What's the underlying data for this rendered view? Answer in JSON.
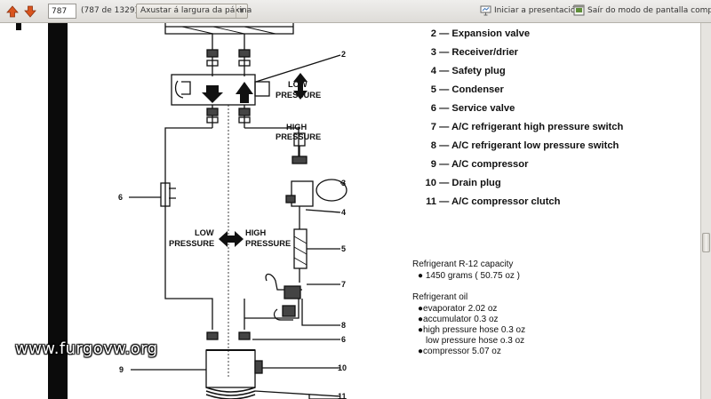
{
  "toolbar": {
    "page_value": "787",
    "page_count": "(787 de 1329)",
    "zoom": "Axustar á largura da páxina",
    "presentation_label": "Iniciar a presentación",
    "exit_fullscreen_label": "Saír do modo de pantalla completa",
    "icons": {
      "prev": "arrow-up-icon",
      "next": "arrow-down-icon",
      "presentation": "presentation-icon",
      "exit_fullscreen": "exit-fullscreen-icon",
      "dropdown": "chevron-down-icon"
    },
    "arrow_color": "#d9541e"
  },
  "diagram": {
    "low_pressure_top": [
      "LOW",
      "PRESSURE"
    ],
    "high_pressure_top": [
      "HIGH",
      "PRESSURE"
    ],
    "low_pressure_mid": [
      "LOW",
      "PRESSURE"
    ],
    "high_pressure_mid": [
      "HIGH",
      "PRESSURE"
    ],
    "callouts": {
      "c2": "2",
      "c3": "3",
      "c4": "4",
      "c5": "5",
      "c6_left": "6",
      "c7": "7",
      "c8": "8",
      "c6_right": "6",
      "c9": "9",
      "c10": "10",
      "c11": "11"
    }
  },
  "legend": [
    {
      "num": "2",
      "text": "Expansion valve"
    },
    {
      "num": "3",
      "text": "Receiver/drier"
    },
    {
      "num": "4",
      "text": "Safety plug"
    },
    {
      "num": "5",
      "text": "Condenser"
    },
    {
      "num": "6",
      "text": "Service valve"
    },
    {
      "num": "7",
      "text": "A/C refrigerant high pressure switch"
    },
    {
      "num": "8",
      "text": "A/C refrigerant low pressure switch"
    },
    {
      "num": "9",
      "text": "A/C compressor"
    },
    {
      "num": "10",
      "text": "Drain plug"
    },
    {
      "num": "11",
      "text": "A/C compressor clutch"
    }
  ],
  "specs": {
    "capacity_title": "Refrigerant  R-12 capacity",
    "capacity_value": "1450 grams ( 50.75 oz )",
    "oil_title": "Refrigerant oil",
    "oil": [
      {
        "bullet": true,
        "text": "evaporator  2.02 oz"
      },
      {
        "bullet": true,
        "text": "accumulator  0.3 oz"
      },
      {
        "bullet": true,
        "text": "high pressure hose  0.3 oz"
      },
      {
        "bullet": false,
        "text": "low pressure hose  o.3 oz"
      },
      {
        "bullet": true,
        "text": "compressor  5.07 oz"
      }
    ]
  },
  "watermark": "www.furgovw.org"
}
